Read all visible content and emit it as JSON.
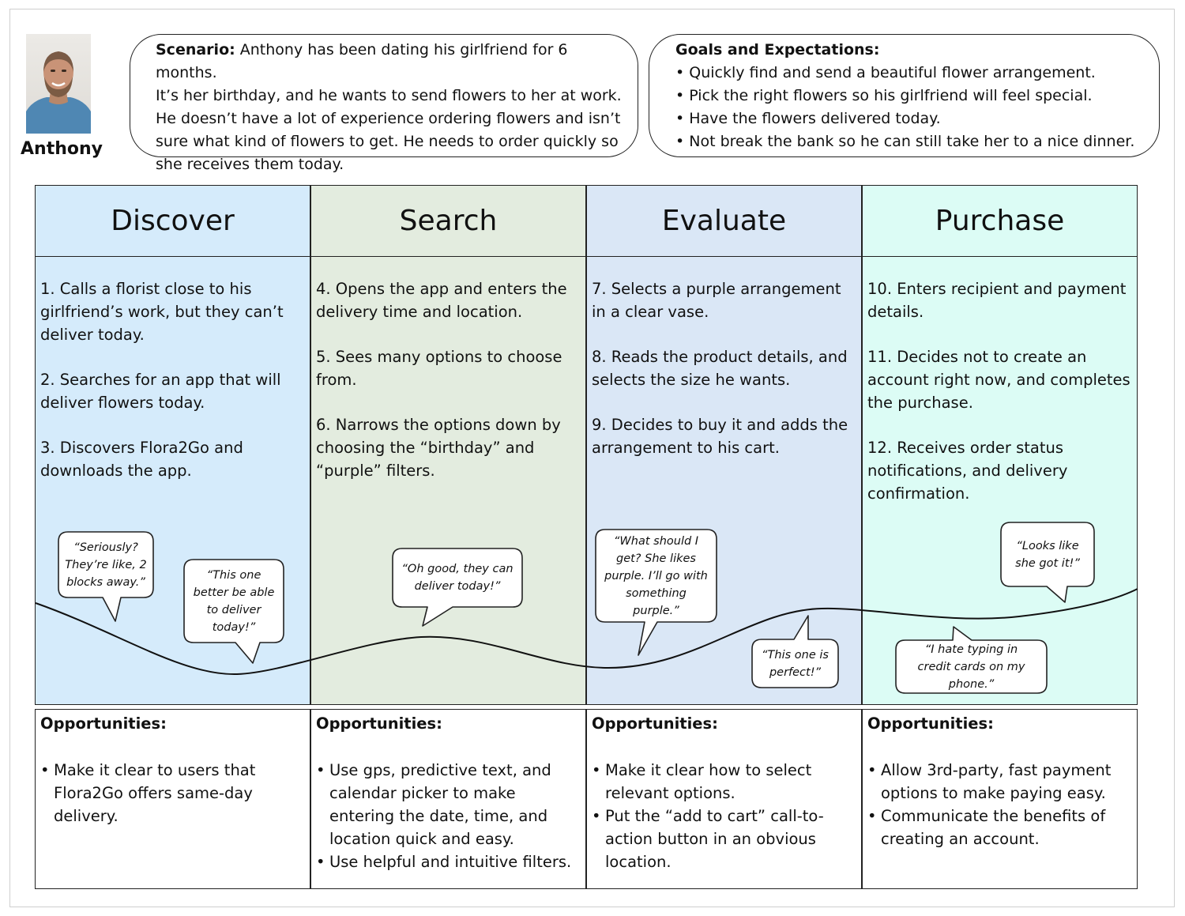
{
  "persona": {
    "name": "Anthony",
    "scenario_label": "Scenario:",
    "scenario_lines": [
      "Anthony has been dating his girlfriend for 6 months.",
      "It’s her birthday, and he wants to send flowers to her at work.",
      "He doesn’t have a lot of experience ordering flowers and isn’t",
      "sure what kind of flowers to get. He needs to order quickly so",
      "she receives them today."
    ],
    "goals_label": "Goals and Expectations:",
    "goals": [
      "Quickly find and send a beautiful flower arrangement.",
      "Pick the right flowers so his girlfriend will feel special.",
      "Have the flowers delivered today.",
      "Not break the bank so he can still take her to a nice dinner."
    ]
  },
  "stages": [
    {
      "title": "Discover",
      "color": "#d5ebfb",
      "steps": [
        "1. Calls a florist close to his girlfriend’s work, but they can’t deliver today.",
        "2. Searches for an app that will deliver flowers today.",
        "3. Discovers Flora2Go and downloads the app."
      ],
      "opportunities_label": "Opportunities:",
      "opportunities": [
        "Make it clear to users that Flora2Go offers same-day delivery."
      ]
    },
    {
      "title": "Search",
      "color": "#e3ecdf",
      "steps": [
        "4. Opens the app and enters the delivery time and location.",
        "5. Sees many options to choose from.",
        "6. Narrows the options down by choosing the “birthday” and “purple” filters."
      ],
      "opportunities_label": "Opportunities:",
      "opportunities": [
        "Use gps, predictive text, and calendar picker to make entering the date, time, and location quick and easy.",
        "Use helpful and intuitive filters."
      ]
    },
    {
      "title": "Evaluate",
      "color": "#dae7f6",
      "steps": [
        "7. Selects a purple arrangement in a clear vase.",
        "8. Reads the product details, and selects the size he wants.",
        "9. Decides to buy it and adds the arrangement to his cart."
      ],
      "opportunities_label": "Opportunities:",
      "opportunities": [
        "Make it clear how to select relevant options.",
        "Put the “add to cart” call-to-action button in an obvious location."
      ]
    },
    {
      "title": "Purchase",
      "color": "#dcfcf5",
      "steps": [
        "10. Enters recipient and payment details.",
        "11. Decides not to create an account right now, and completes the purchase.",
        "12. Receives order status notifications, and delivery confirmation."
      ],
      "opportunities_label": "Opportunities:",
      "opportunities": [
        "Allow 3rd-party, fast payment options to make paying easy.",
        "Communicate the benefits of creating an account."
      ]
    }
  ],
  "quotes": [
    "“Seriously? They’re like, 2 blocks away.”",
    "“This one better be able to deliver today!”",
    "“Oh good, they can deliver today!”",
    "“What should I get? She likes purple. I’ll go with something purple.”",
    "“This one is perfect!”",
    "“I hate typing in credit cards on my phone.”",
    "“Looks like she got it!”"
  ]
}
